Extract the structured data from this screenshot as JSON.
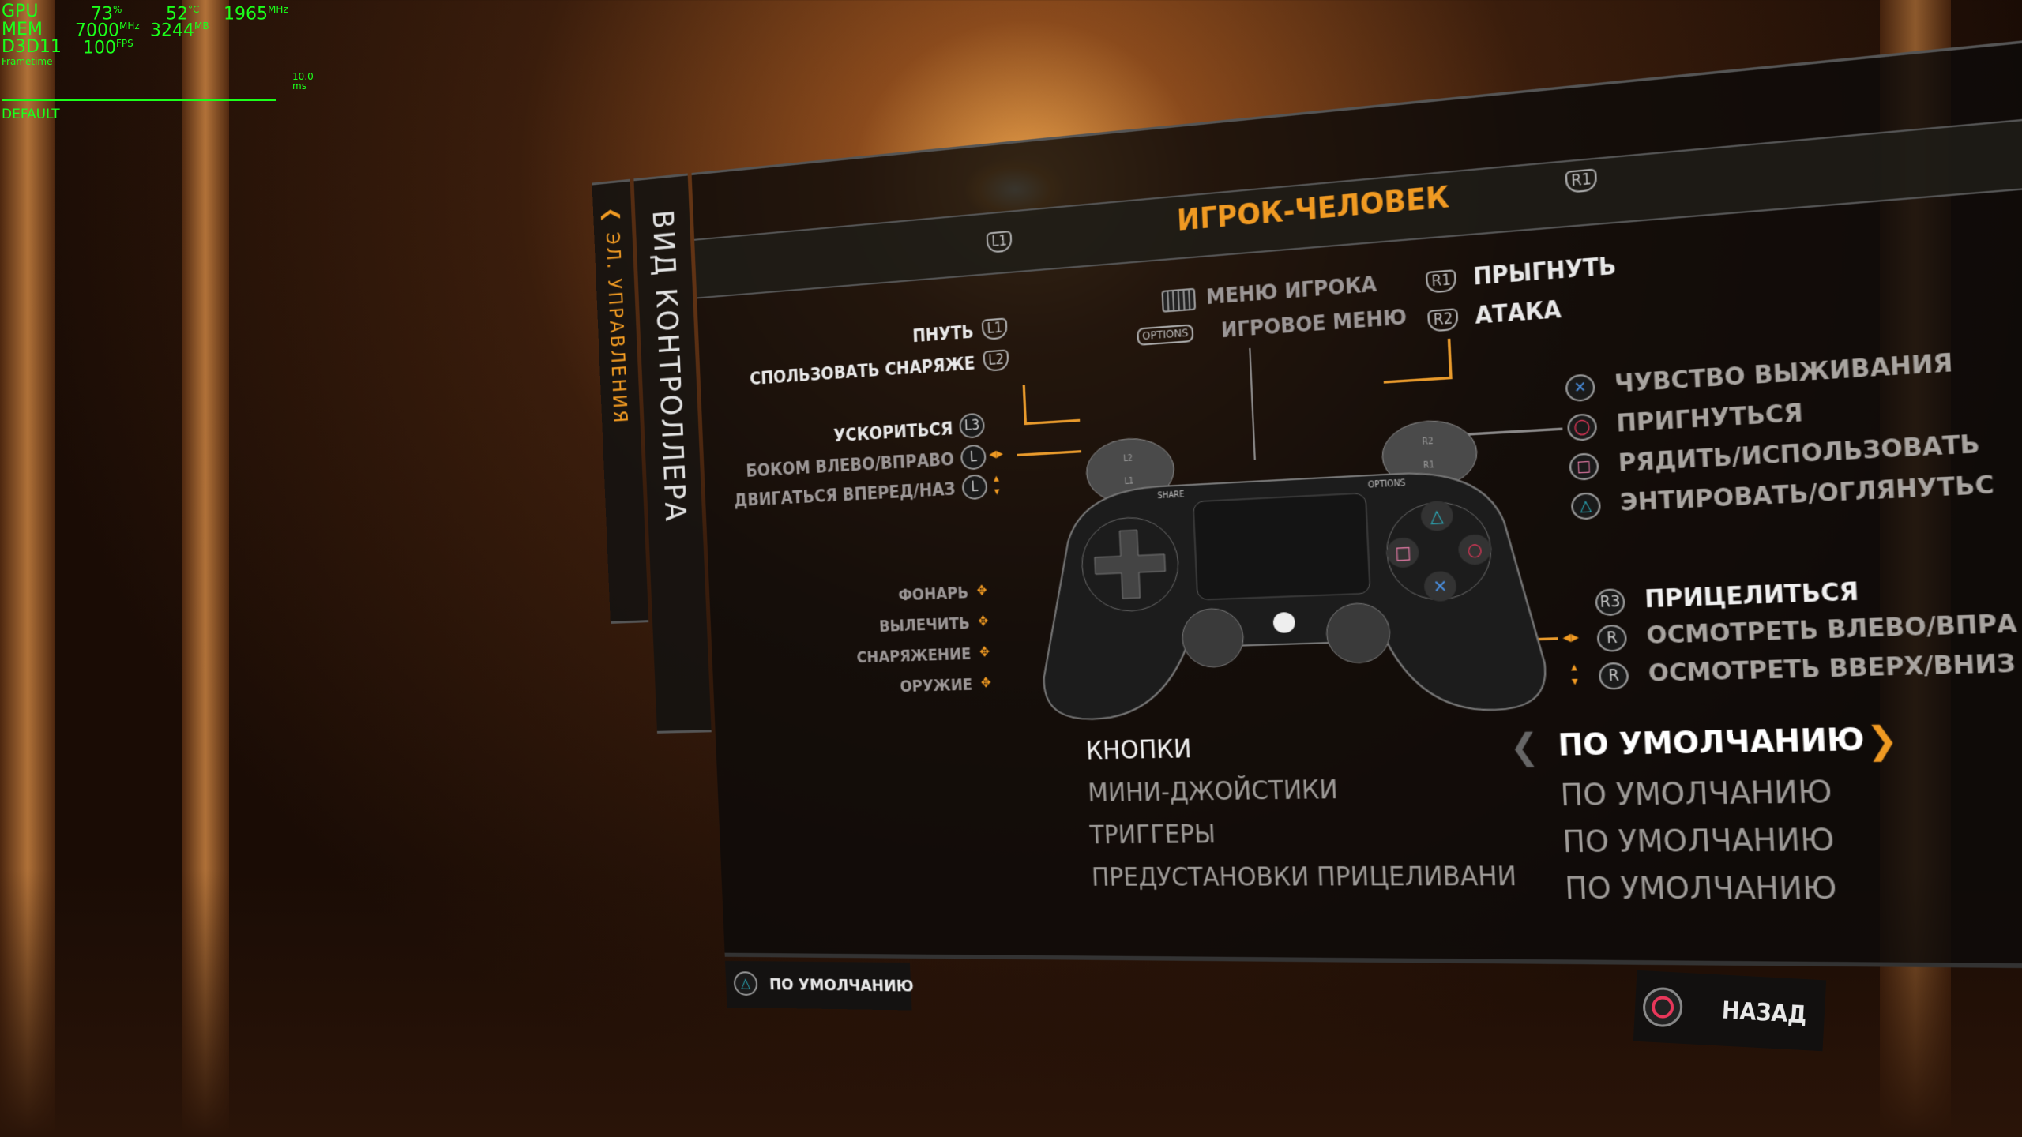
{
  "hud": {
    "gpu_label": "GPU",
    "gpu_load": "73",
    "gpu_load_unit": "%",
    "gpu_temp": "52",
    "gpu_temp_unit": "°C",
    "gpu_clock": "1965",
    "gpu_clock_unit": "MHz",
    "mem_label": "MEM",
    "mem_clock": "7000",
    "mem_clock_unit": "MHz",
    "mem_used": "3244",
    "mem_used_unit": "MB",
    "api_label": "D3D11",
    "fps": "100",
    "fps_unit": "FPS",
    "frametime_label": "Frametime",
    "frametime_value": "10.0 ms",
    "profile": "DEFAULT"
  },
  "tabs": {
    "prev": "ЭЛ. УПРАВЛЕНИЯ",
    "current": "ВИД КОНТРОЛЛЕРА"
  },
  "header": {
    "title": "ИГРОК-ЧЕЛОВЕК",
    "prev_button": "L1",
    "next_button": "R1"
  },
  "left_bindings": [
    {
      "label": "ПНУТЬ",
      "button": "L1"
    },
    {
      "label": "СПОЛЬЗОВАТЬ СНАРЯЖЕ",
      "button": "L2"
    },
    {
      "label": "УСКОРИТЬСЯ",
      "button": "L3"
    },
    {
      "label": "БОКОМ ВЛЕВО/ВПРАВО",
      "button": "L"
    },
    {
      "label": "ДВИГАТЬСЯ ВПЕРЕД/НАЗ",
      "button": "L"
    }
  ],
  "dpad_bindings": [
    "ФОНАРЬ",
    "ВЫЛЕЧИТЬ",
    "СНАРЯЖЕНИЕ",
    "ОРУЖИЕ"
  ],
  "center_bindings": [
    {
      "label": "МЕНЮ ИГРОКА",
      "button": "touchpad"
    },
    {
      "label": "ИГРОВОЕ МЕНЮ",
      "button": "OPTIONS"
    }
  ],
  "right_triggers": [
    {
      "label": "ПРЫГНУТЬ",
      "button": "R1"
    },
    {
      "label": "АТАКА",
      "button": "R2"
    }
  ],
  "face_bindings": [
    {
      "label": "ЧУВСТВО ВЫЖИВАНИЯ",
      "button": "cross",
      "color": "#4a90e2"
    },
    {
      "label": "ПРИГНУТЬСЯ",
      "button": "circle",
      "color": "#e8375a"
    },
    {
      "label": "РЯДИТЬ/ИСПОЛЬЗОВАТЬ",
      "button": "square",
      "color": "#e87ca8"
    },
    {
      "label": "ЭНТИРОВАТЬ/ОГЛЯНУТЬС",
      "button": "triangle",
      "color": "#2ab8c8"
    }
  ],
  "right_stick_bindings": [
    {
      "label": "ПРИЦЕЛИТЬСЯ",
      "button": "R3"
    },
    {
      "label": "ОСМОТРЕТЬ ВЛЕВО/ВПРА",
      "button": "R"
    },
    {
      "label": "ОСМОТРЕТЬ ВВЕРХ/ВНИЗ",
      "button": "R"
    }
  ],
  "controller": {
    "share": "SHARE",
    "options": "OPTIONS",
    "l2": "L2",
    "l1": "L1",
    "r2": "R2",
    "r1": "R1"
  },
  "settings": [
    {
      "label": "КНОПКИ",
      "value": "ПО УМОЛЧАНИЮ",
      "selected": true
    },
    {
      "label": "МИНИ-ДЖОЙСТИКИ",
      "value": "ПО УМОЛЧАНИЮ"
    },
    {
      "label": "ТРИГГЕРЫ",
      "value": "ПО УМОЛЧАНИЮ"
    },
    {
      "label": "ПРЕДУСТАНОВКИ ПРИЦЕЛИВАНИ",
      "value": "ПО УМОЛЧАНИЮ"
    }
  ],
  "footer": {
    "reset_label": "ПО УМОЛЧАНИЮ",
    "back_label": "НАЗАД"
  },
  "colors": {
    "accent": "#f09a22",
    "hud": "#1bff1b"
  }
}
